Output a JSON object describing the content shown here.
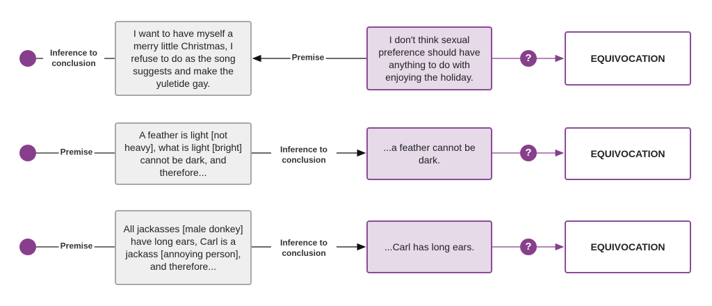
{
  "colors": {
    "accent": "#873f8c",
    "premise_fill": "#efefef",
    "conclusion_fill": "#e6d9e8"
  },
  "rows": [
    {
      "left_label": "Inference to conclusion",
      "box": "I want to have myself a merry little Christmas, I refuse to do as the song suggests and make the yuletide gay.",
      "mid_label": "Premise",
      "conclusion": "I don't think sexual preference should have anything to do with enjoying the holiday.",
      "question": "?",
      "result": "EQUIVOCATION"
    },
    {
      "left_label": "Premise",
      "box": "A feather is light [not heavy], what is light [bright] cannot be dark, and therefore...",
      "mid_label": "Inference to conclusion",
      "conclusion": "...a feather cannot be dark.",
      "question": "?",
      "result": "EQUIVOCATION"
    },
    {
      "left_label": "Premise",
      "box": "All jackasses [male donkey] have long ears, Carl is a jackass [annoying person], and therefore...",
      "mid_label": "Inference to conclusion",
      "conclusion": "...Carl has long ears.",
      "question": "?",
      "result": "EQUIVOCATION"
    }
  ]
}
